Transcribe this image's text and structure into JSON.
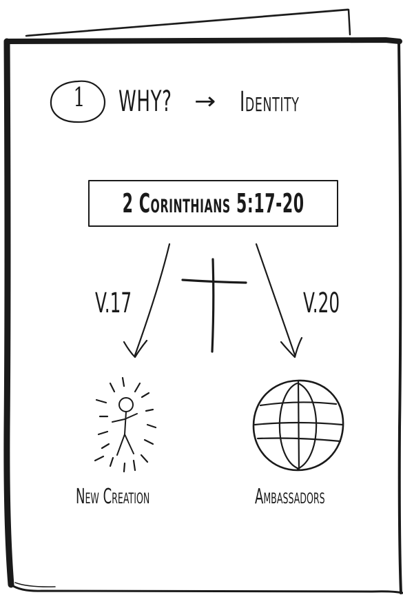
{
  "step": {
    "number": "1",
    "title": "WHY?",
    "arrow": "→",
    "target": "Identity"
  },
  "scripture": {
    "reference": "2 Corinthians 5:17-20"
  },
  "branches": {
    "left": {
      "verse": "V.17",
      "caption": "New Creation",
      "icon": "radiant-person-icon"
    },
    "right": {
      "verse": "V.20",
      "caption": "Ambassadors",
      "icon": "globe-icon"
    },
    "center_icon": "cross-icon"
  },
  "colors": {
    "ink": "#1a1a1a",
    "paper": "#ffffff"
  }
}
